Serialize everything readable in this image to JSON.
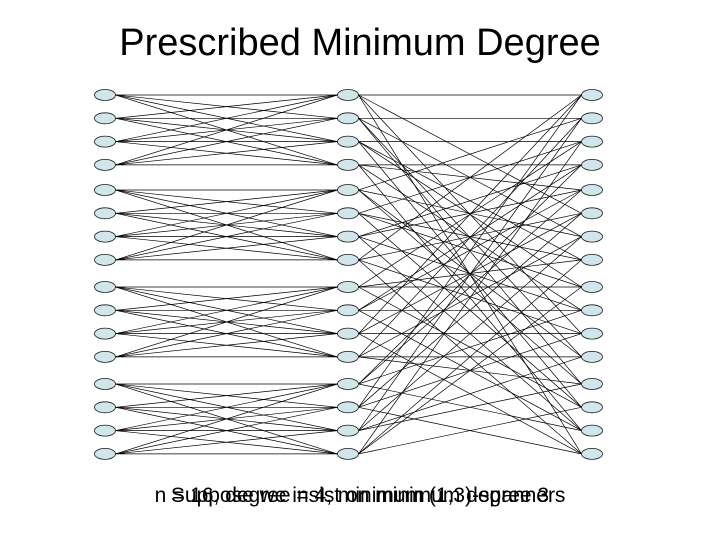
{
  "title": "Prescribed Minimum Degree",
  "captions": [
    "n = 16, degree = 4, minimum (1,3)-spanners",
    "Suppose we insist on minimum degree 3"
  ],
  "graph": {
    "columns": 3,
    "nodes_per_column": 16,
    "node_groups": 4,
    "nodes_per_group": 4,
    "colors": {
      "node_fill": "#cfe6ea",
      "node_stroke": "#1a1a1a",
      "edge": "#000000"
    }
  }
}
